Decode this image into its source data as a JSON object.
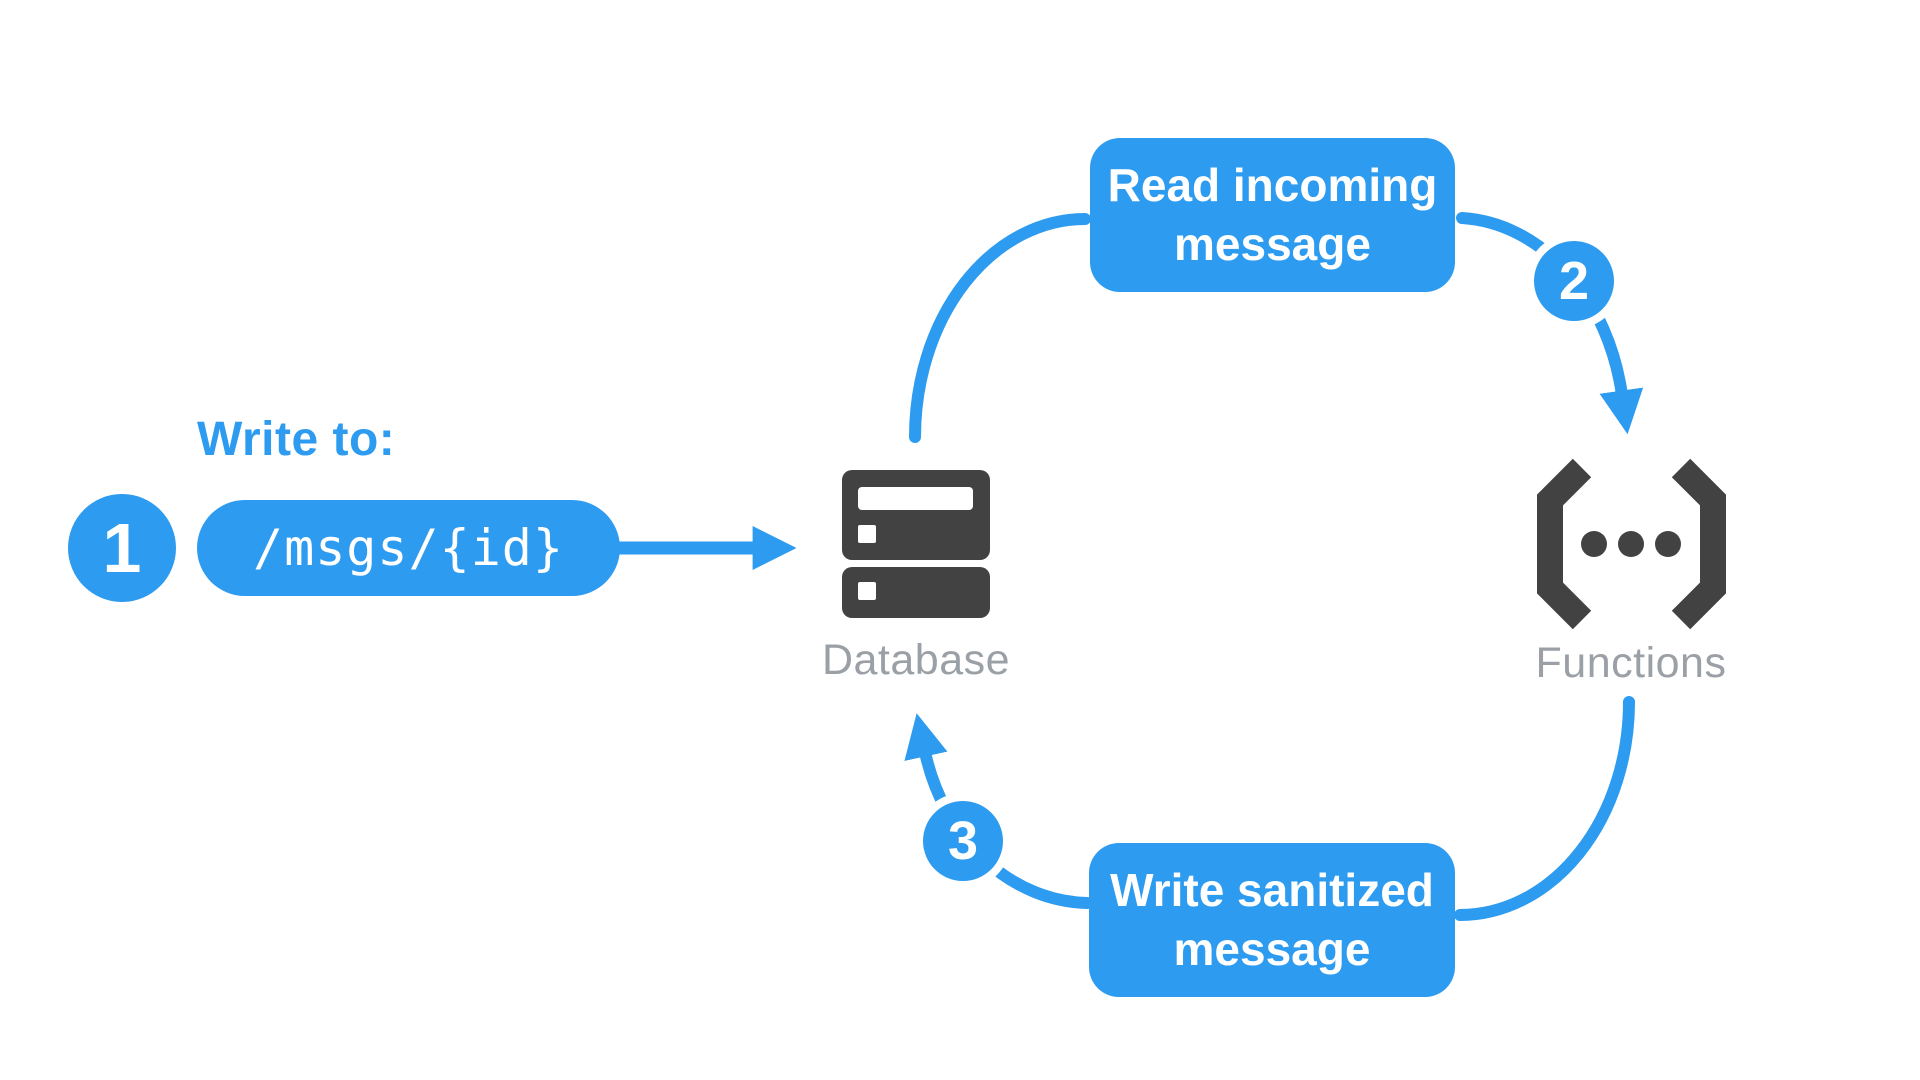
{
  "title": "Database / Functions message sanitization flow diagram",
  "colors": {
    "accent_blue": "#2D9BF0",
    "icon_dark": "#424242",
    "label_gray": "#9AA0A6",
    "background": "#FFFFFF",
    "text_on_blue": "#FFFFFF"
  },
  "icons": {
    "database": "server-stack-icon",
    "functions": "code-brackets-dots-icon",
    "arrow": "flow-arrowhead-icon"
  },
  "write_step": {
    "badge": "1",
    "heading": "Write to:",
    "path_label": "/msgs/{id}"
  },
  "nodes": {
    "database": {
      "label": "Database"
    },
    "functions": {
      "label": "Functions"
    }
  },
  "flow_steps": [
    {
      "badge": "2",
      "line1": "Read incoming",
      "line2": "message"
    },
    {
      "badge": "3",
      "line1": "Write sanitized",
      "line2": "message"
    }
  ]
}
